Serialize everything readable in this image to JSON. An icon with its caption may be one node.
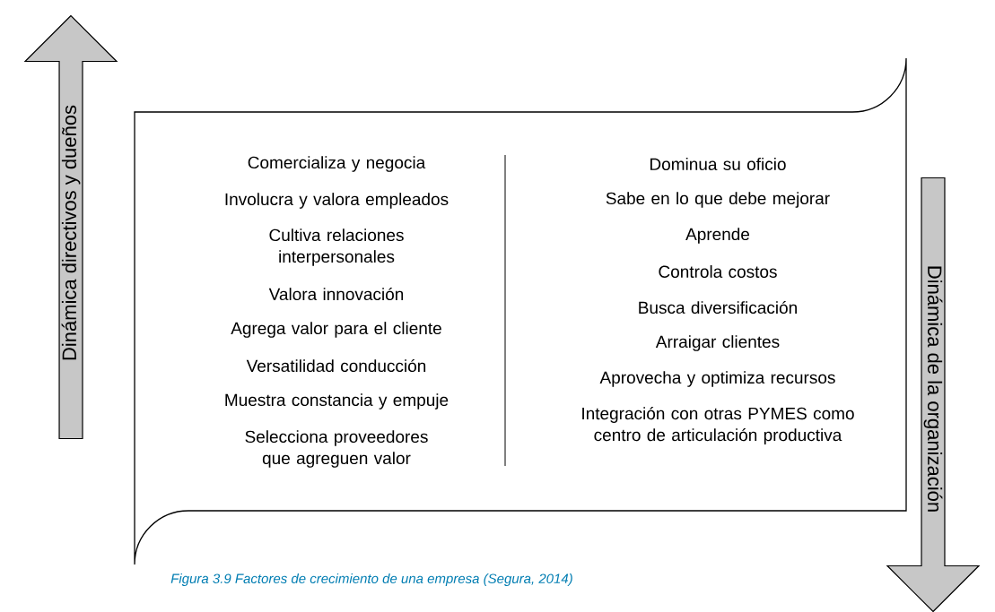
{
  "diagram": {
    "caption": "Figura 3.9 Factores de crecimiento de una empresa (Segura, 2014)",
    "nodes": [
      {
        "text": [
          "Dinámica directivos y dueños"
        ]
      },
      {
        "text": [
          "Comercializa y negocia",
          "Involucra y valora empleados",
          "Cultiva relaciones interpersonales",
          "Valora innovación",
          "Agrega valor para el cliente",
          "Versatilidad conducción",
          "Muestra constancia y empuje",
          "Selecciona proveedores que agreguen valor",
          "Dominua su oficio",
          "Sabe en lo que debe mejorar",
          "Aprende",
          "Controla costos",
          "Busca diversificación",
          "Arraigar clientes",
          "Aprovecha y optimiza recursos",
          "Integración con otras PYMES como centro de articulación productiva"
        ]
      },
      {
        "text": [
          "Dinámica de la organización"
        ]
      }
    ]
  }
}
